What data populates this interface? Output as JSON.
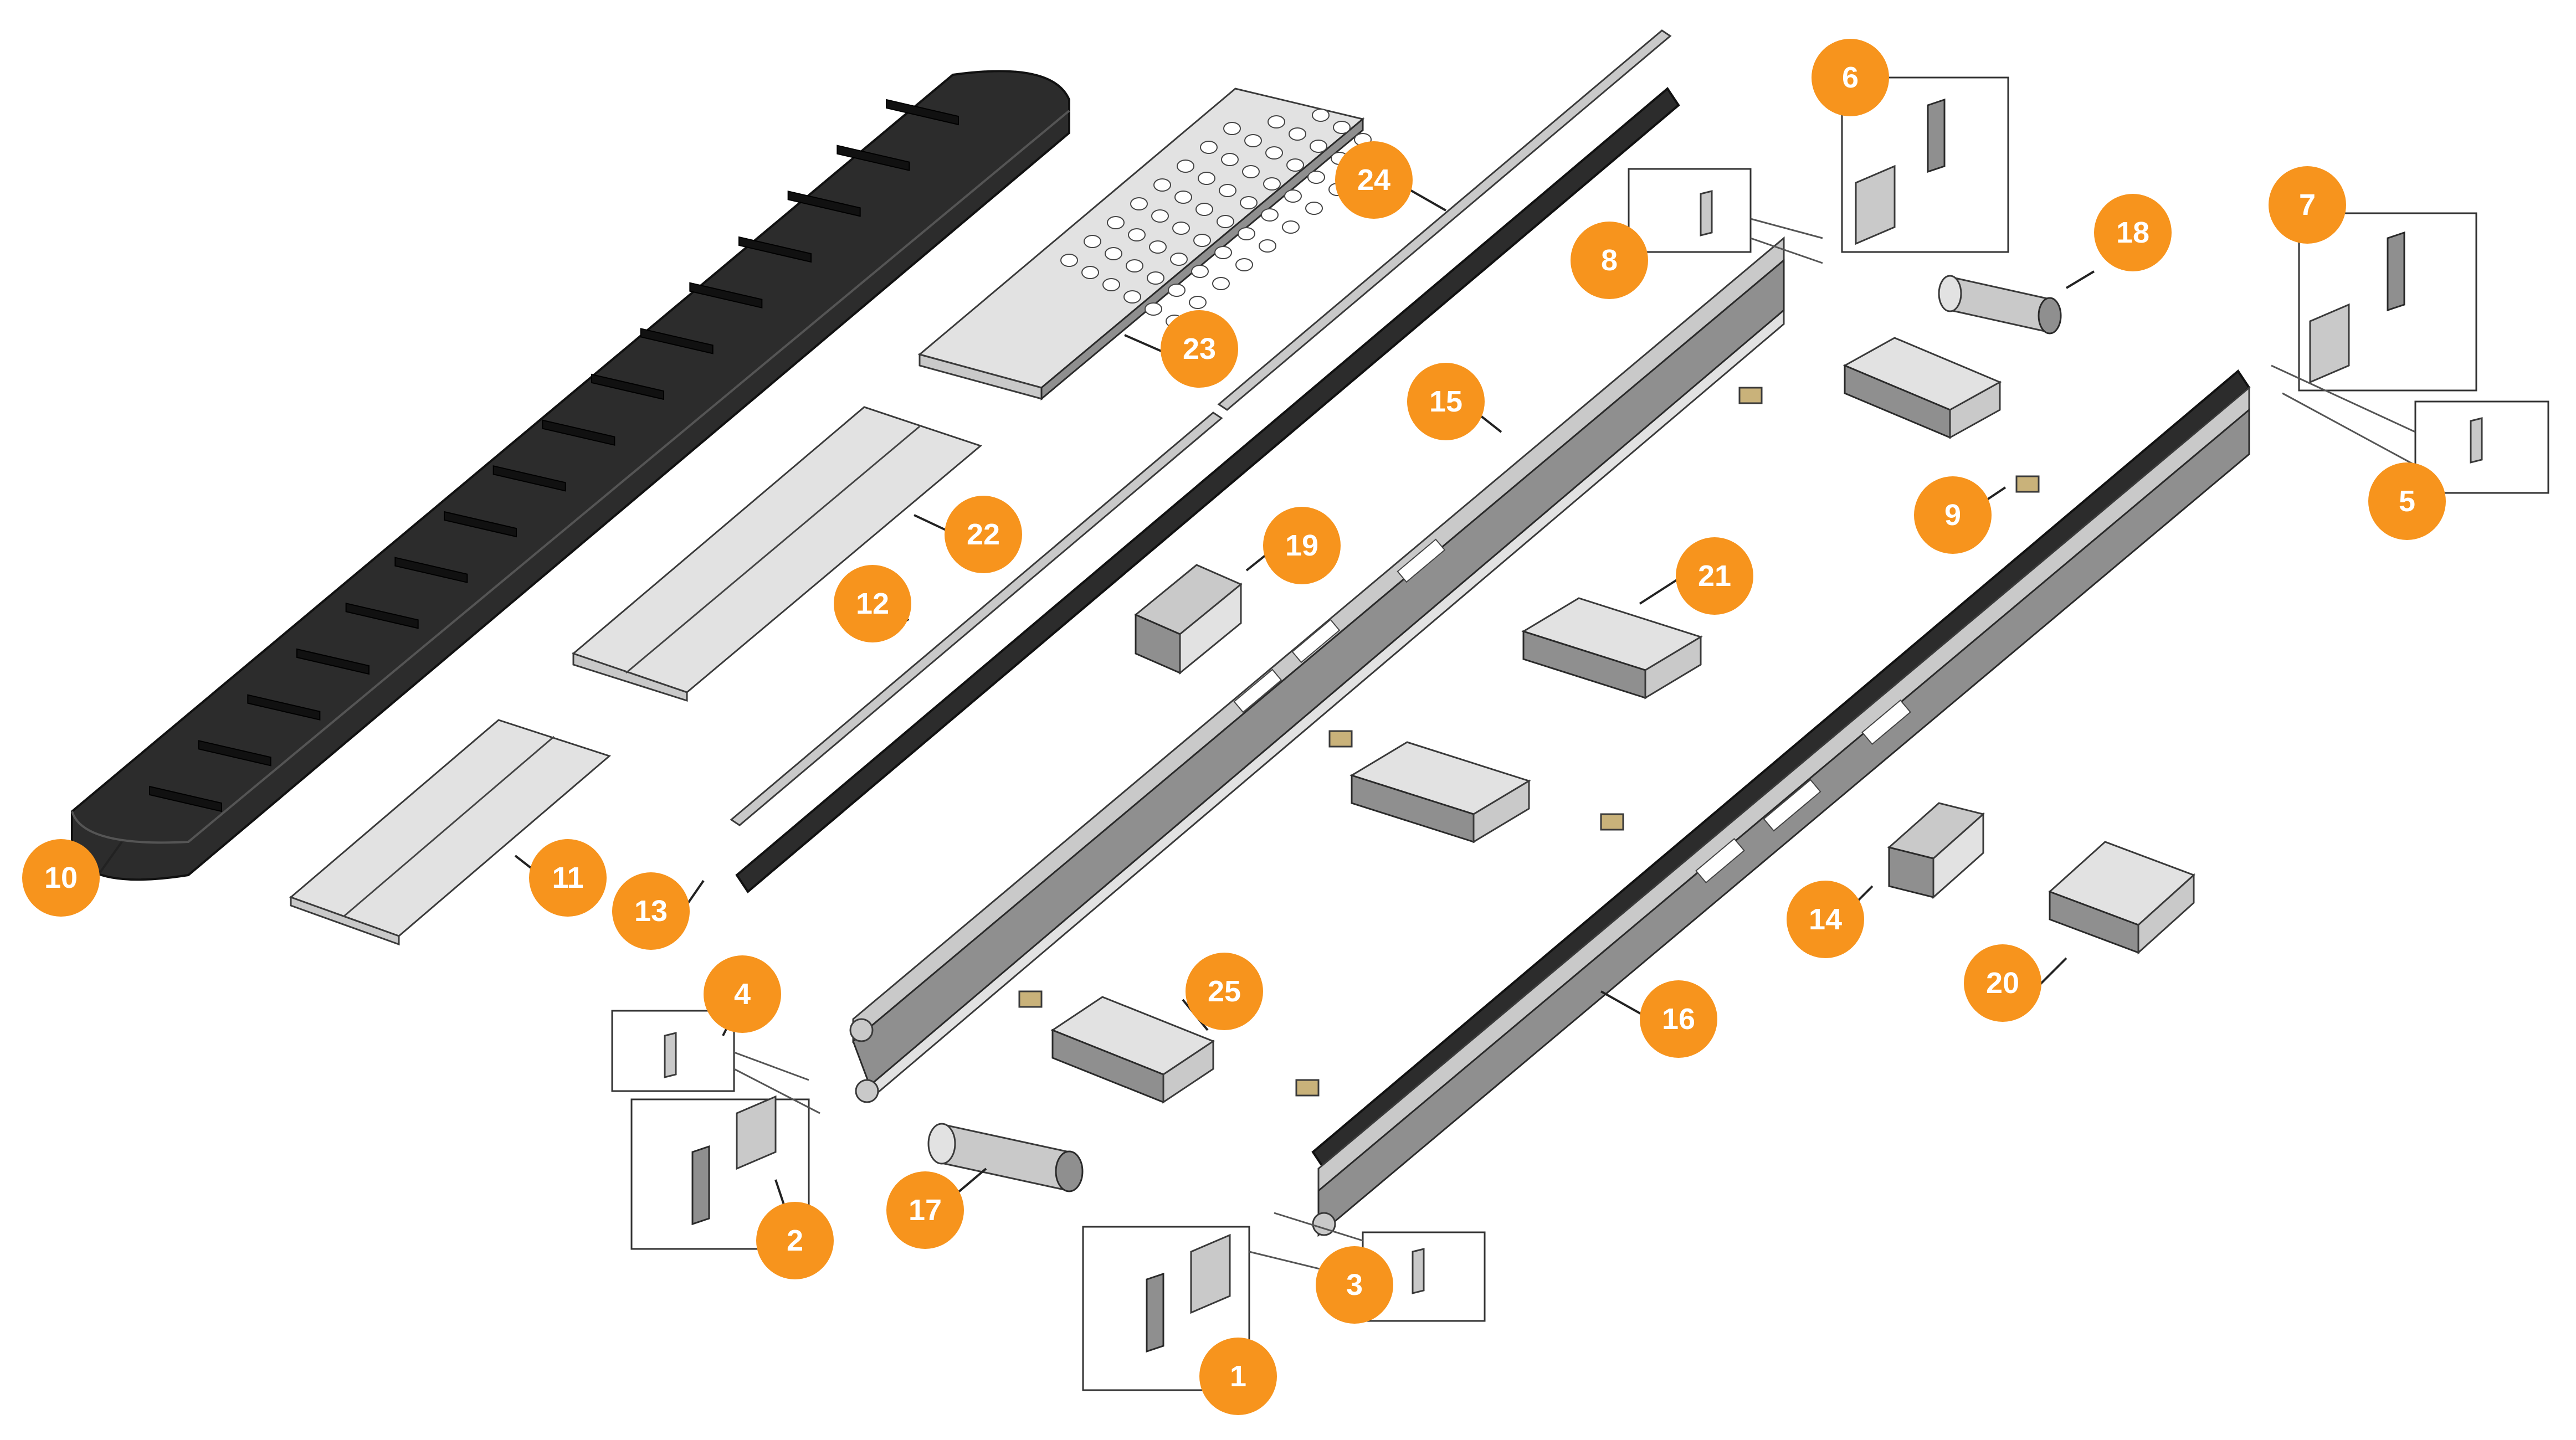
{
  "diagram": {
    "callout_color": "#F7941D",
    "callouts": [
      {
        "id": "1",
        "label": "1"
      },
      {
        "id": "2",
        "label": "2"
      },
      {
        "id": "3",
        "label": "3"
      },
      {
        "id": "4",
        "label": "4"
      },
      {
        "id": "5",
        "label": "5"
      },
      {
        "id": "6",
        "label": "6"
      },
      {
        "id": "7",
        "label": "7"
      },
      {
        "id": "8",
        "label": "8"
      },
      {
        "id": "9",
        "label": "9"
      },
      {
        "id": "10",
        "label": "10"
      },
      {
        "id": "11",
        "label": "11"
      },
      {
        "id": "12",
        "label": "12"
      },
      {
        "id": "13",
        "label": "13"
      },
      {
        "id": "14",
        "label": "14"
      },
      {
        "id": "15",
        "label": "15"
      },
      {
        "id": "16",
        "label": "16"
      },
      {
        "id": "17",
        "label": "17"
      },
      {
        "id": "18",
        "label": "18"
      },
      {
        "id": "19",
        "label": "19"
      },
      {
        "id": "20",
        "label": "20"
      },
      {
        "id": "21",
        "label": "21"
      },
      {
        "id": "22",
        "label": "22"
      },
      {
        "id": "23",
        "label": "23"
      },
      {
        "id": "24",
        "label": "24"
      },
      {
        "id": "25",
        "label": "25"
      }
    ]
  }
}
